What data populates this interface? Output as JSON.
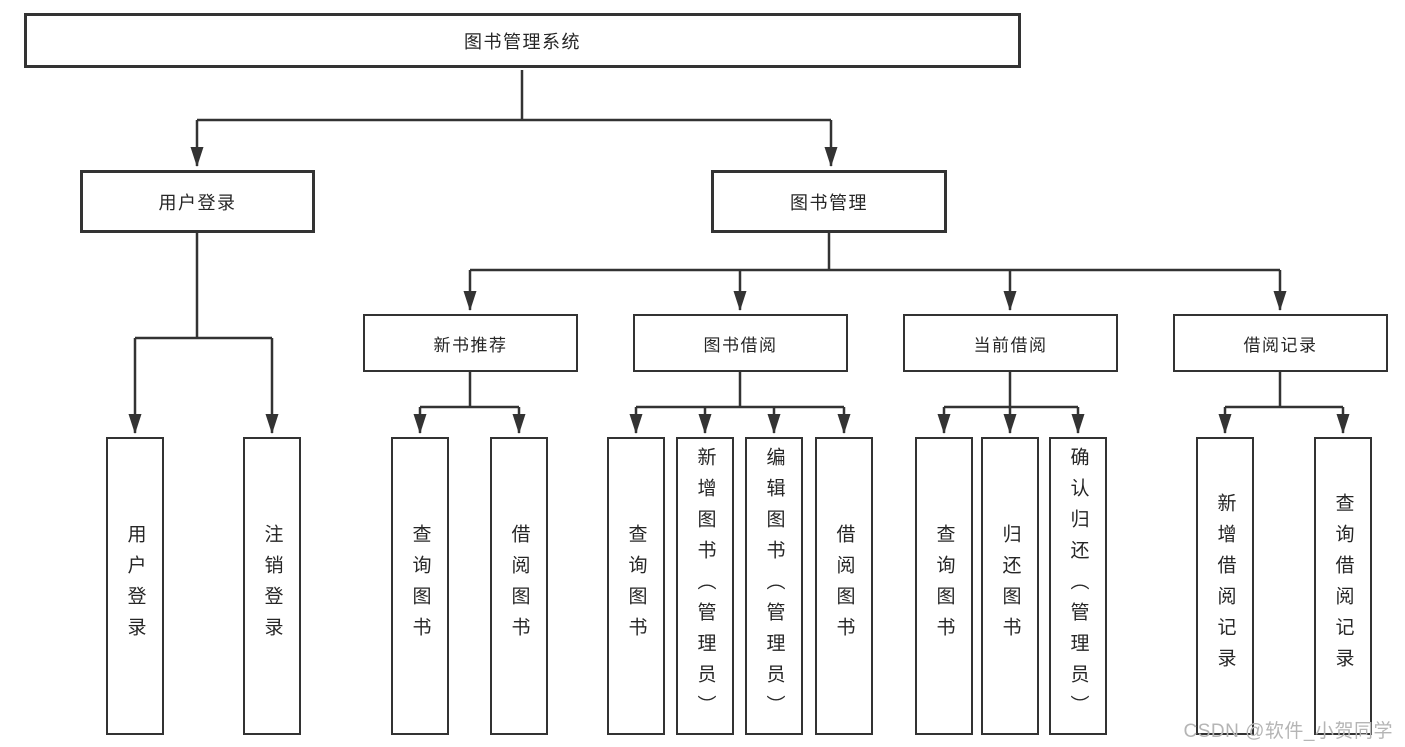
{
  "page": {
    "background": "#ffffff"
  },
  "colors": {
    "line": "#333333",
    "box_border": "#333333",
    "box_background": "#ffffff",
    "text": "#262626",
    "watermark": "#b5b5b5"
  },
  "watermark": {
    "text": "CSDN @软件_小贺同学"
  },
  "tree": {
    "root": {
      "label": "图书管理系统",
      "children": [
        {
          "label": "用户登录",
          "children": [
            {
              "label": "用户登录"
            },
            {
              "label": "注销登录"
            }
          ]
        },
        {
          "label": "图书管理",
          "children": [
            {
              "label": "新书推荐",
              "children": [
                {
                  "label": "查询图书"
                },
                {
                  "label": "借阅图书"
                }
              ]
            },
            {
              "label": "图书借阅",
              "children": [
                {
                  "label": "查询图书"
                },
                {
                  "label": "新增图书（管理员）"
                },
                {
                  "label": "编辑图书（管理员）"
                },
                {
                  "label": "借阅图书"
                }
              ]
            },
            {
              "label": "当前借阅",
              "children": [
                {
                  "label": "查询图书"
                },
                {
                  "label": "归还图书"
                },
                {
                  "label": "确认归还（管理员）"
                }
              ]
            },
            {
              "label": "借阅记录",
              "children": [
                {
                  "label": "新增借阅记录"
                },
                {
                  "label": "查询借阅记录"
                }
              ]
            }
          ]
        }
      ]
    }
  }
}
